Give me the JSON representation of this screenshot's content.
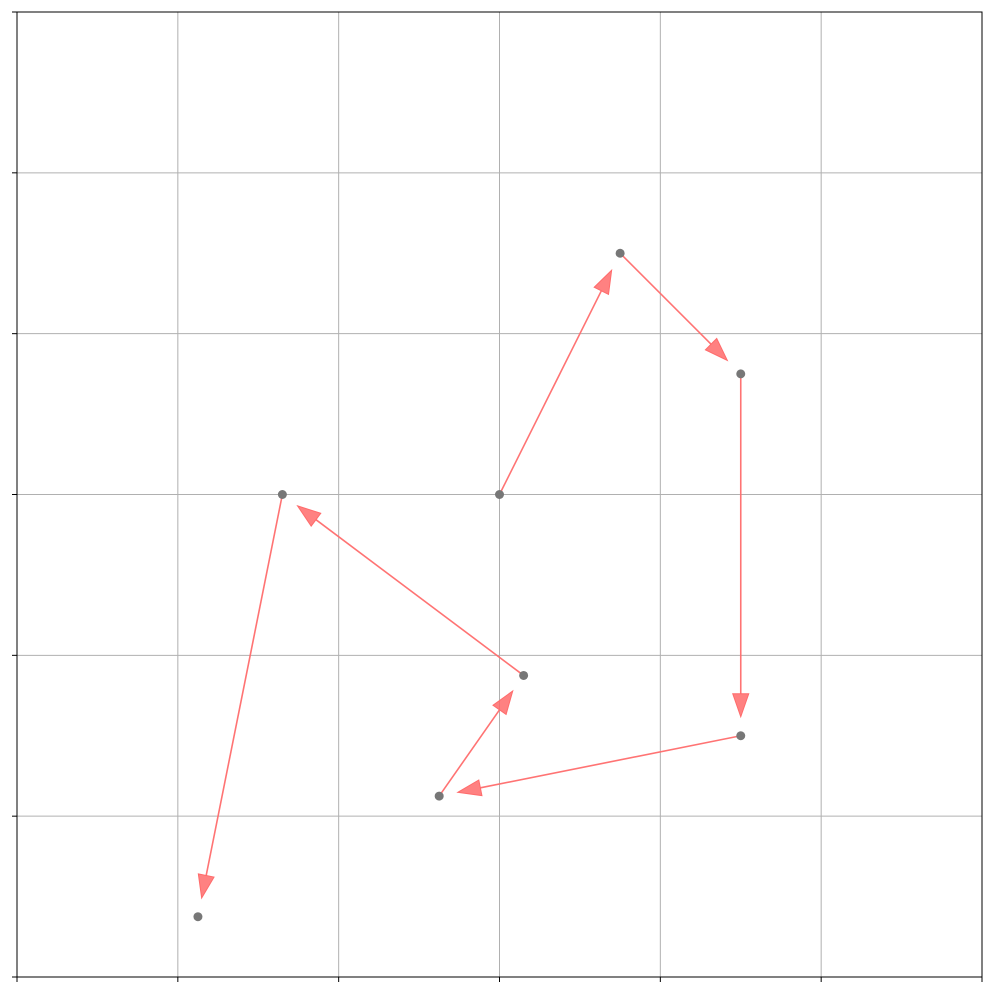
{
  "chart_data": {
    "type": "scatter",
    "title": "",
    "xlabel": "",
    "ylabel": "",
    "xlim": [
      -3,
      3
    ],
    "ylim": [
      -3,
      3
    ],
    "grid": true,
    "x_ticks": [
      -3,
      -2,
      -1,
      0,
      1,
      2,
      3
    ],
    "y_ticks": [
      -3,
      -2,
      -1,
      0,
      1,
      2,
      3
    ],
    "tick_labels_shown": false,
    "points": [
      {
        "x": 0.0,
        "y": 0.0
      },
      {
        "x": 0.75,
        "y": 1.5
      },
      {
        "x": 1.5,
        "y": 0.75
      },
      {
        "x": 1.5,
        "y": -1.5
      },
      {
        "x": -0.375,
        "y": -1.875
      },
      {
        "x": 0.15,
        "y": -1.125
      },
      {
        "x": -1.35,
        "y": 0.0
      },
      {
        "x": -1.875,
        "y": -2.625
      }
    ],
    "arrows": [
      {
        "from": 0,
        "to": 1
      },
      {
        "from": 1,
        "to": 2
      },
      {
        "from": 2,
        "to": 3
      },
      {
        "from": 3,
        "to": 4
      },
      {
        "from": 4,
        "to": 5
      },
      {
        "from": 5,
        "to": 6
      },
      {
        "from": 6,
        "to": 7
      }
    ],
    "colors": {
      "arrow": "#ff6b6b",
      "point": "#777777",
      "grid": "#b0b0b0",
      "axis": "#000000"
    }
  }
}
